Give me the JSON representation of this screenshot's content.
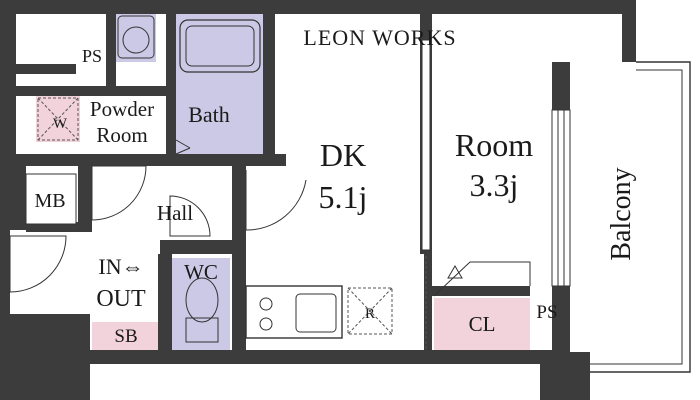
{
  "title": "LEON WORKS",
  "rooms": {
    "dk": {
      "name": "DK",
      "size": "5.1j"
    },
    "room": {
      "name": "Room",
      "size": "3.3j"
    },
    "balcony": "Balcony",
    "bath": "Bath",
    "powder_room_line1": "Powder",
    "powder_room_line2": "Room",
    "hall": "Hall",
    "wc": "WC",
    "mb": "MB",
    "entrance_line1": "IN⇔",
    "entrance_line2": "OUT",
    "sb": "SB",
    "cl": "CL",
    "ps_top": "PS",
    "ps_right": "PS",
    "washer": "W",
    "fridge": "R"
  },
  "colors": {
    "wall": "#3c3c3c",
    "wet_area": "#ccc9e6",
    "storage": "#f2d3dc",
    "floor": "#ffffff"
  }
}
